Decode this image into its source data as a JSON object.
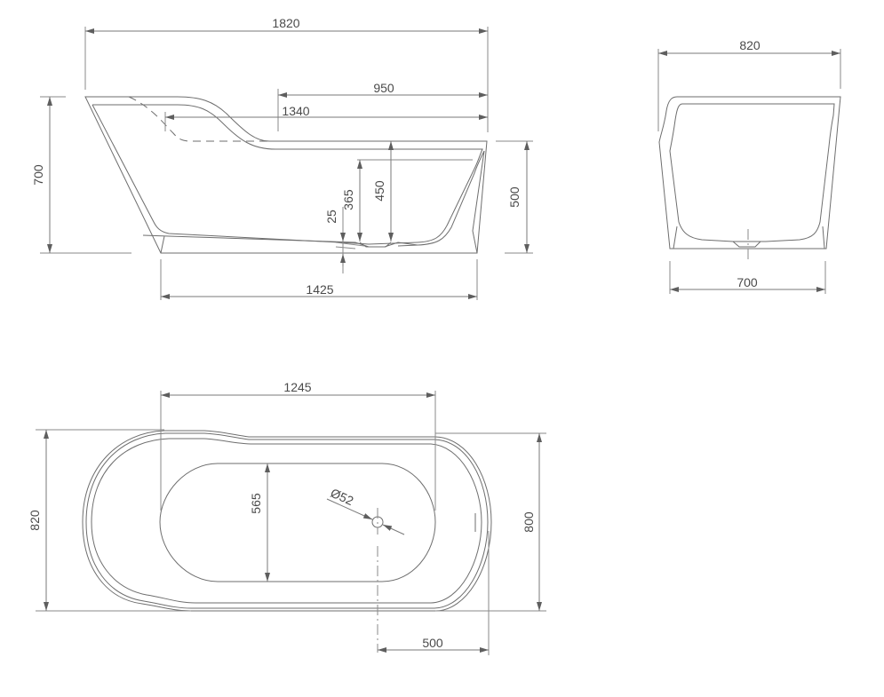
{
  "drawing": {
    "units": "mm",
    "line_color": "#6e6e6e",
    "text_color": "#4a4a4a"
  },
  "side_view": {
    "dimensions": {
      "overall_length": "1820",
      "backrest_to_end": "950",
      "rim_flat_length": "1340",
      "base_length": "1425",
      "overall_height": "700",
      "front_height": "500",
      "water_depth_to_overflow": "365",
      "interior_depth": "450",
      "base_thickness": "25"
    }
  },
  "end_view": {
    "dimensions": {
      "top_width": "820",
      "base_width": "700"
    }
  },
  "plan_view": {
    "dimensions": {
      "interior_flat_length": "1245",
      "overall_width": "820",
      "end_width": "800",
      "basin_width": "565",
      "drain_diameter": "Ø52",
      "drain_offset": "500"
    }
  }
}
